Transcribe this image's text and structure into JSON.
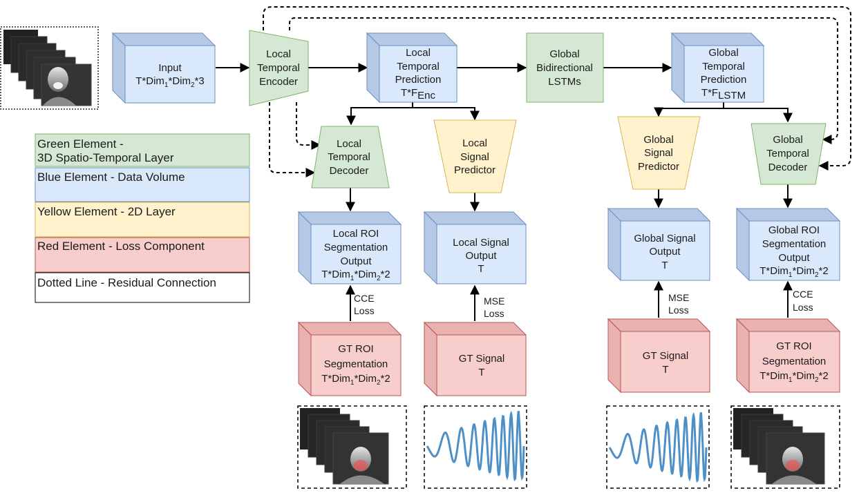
{
  "colors": {
    "green_fill": "#d5e8d4",
    "green_stroke": "#82b366",
    "blue_fill": "#dae8fc",
    "blue_stroke": "#6c8ebf",
    "yellow_fill": "#fff2cc",
    "yellow_stroke": "#d6b656",
    "red_fill": "#f8cecc",
    "red_stroke": "#b85450",
    "signal": "#4d8fc6"
  },
  "legend": {
    "green_line1": "Green Element -",
    "green_line2": "3D Spatio-Temporal Layer",
    "blue": "Blue Element - Data Volume",
    "yellow": "Yellow Element - 2D Layer",
    "red": "Red Element - Loss Component",
    "dotted": "Dotted Line - Residual Connection"
  },
  "nodes": {
    "input": {
      "line1": "Input",
      "line2_a": "T*Dim",
      "sub1": "1",
      "line2_b": "*Dim",
      "sub2": "2",
      "line2_c": "*3"
    },
    "local_encoder": {
      "line1": "Local",
      "line2": "Temporal",
      "line3": "Encoder"
    },
    "local_prediction": {
      "line1": "Local",
      "line2": "Temporal",
      "line3": "Prediction",
      "line4_a": "T*F",
      "line4_sub": "Enc"
    },
    "global_lstm": {
      "line1": "Global",
      "line2": "Bidirectional",
      "line3": "LSTMs"
    },
    "global_prediction": {
      "line1": "Global",
      "line2": "Temporal",
      "line3": "Prediction",
      "line4_a": "T*F",
      "line4_sub": "LSTM"
    },
    "local_decoder": {
      "line1": "Local",
      "line2": "Temporal",
      "line3": "Decoder"
    },
    "local_signal_predictor": {
      "line1": "Local",
      "line2": "Signal",
      "line3": "Predictor"
    },
    "global_signal_predictor": {
      "line1": "Global",
      "line2": "Signal",
      "line3": "Predictor"
    },
    "global_decoder": {
      "line1": "Global",
      "line2": "Temporal",
      "line3": "Decoder"
    },
    "local_roi_output": {
      "line1": "Local ROI",
      "line2": "Segmentation",
      "line3": "Output",
      "line4_a": "T*Dim",
      "sub1": "1",
      "line4_b": "*Dim",
      "sub2": "2",
      "line4_c": "*2"
    },
    "local_signal_output": {
      "line1": "Local Signal",
      "line2": "Output",
      "line3": "T"
    },
    "global_signal_output": {
      "line1": "Global Signal",
      "line2": "Output",
      "line3": "T"
    },
    "global_roi_output": {
      "line1": "Global ROI",
      "line2": "Segmentation",
      "line3": "Output",
      "line4_a": "T*Dim",
      "sub1": "1",
      "line4_b": "*Dim",
      "sub2": "2",
      "line4_c": "*2"
    },
    "gt_roi_local": {
      "line1": "GT ROI",
      "line2": "Segmentation",
      "line3_a": "T*Dim",
      "sub1": "1",
      "line3_b": "*Dim",
      "sub2": "2",
      "line3_c": "*2"
    },
    "gt_signal_local": {
      "line1": "GT Signal",
      "line2": "T"
    },
    "gt_signal_global": {
      "line1": "GT Signal",
      "line2": "T"
    },
    "gt_roi_global": {
      "line1": "GT ROI",
      "line2": "Segmentation",
      "line3_a": "T*Dim",
      "sub1": "1",
      "line3_b": "*Dim",
      "sub2": "2",
      "line3_c": "*2"
    }
  },
  "losses": {
    "cce_local": {
      "line1": "CCE",
      "line2": "Loss"
    },
    "mse_local": {
      "line1": "MSE",
      "line2": "Loss"
    },
    "mse_global": {
      "line1": "MSE",
      "line2": "Loss"
    },
    "cce_global": {
      "line1": "CCE",
      "line2": "Loss"
    }
  }
}
